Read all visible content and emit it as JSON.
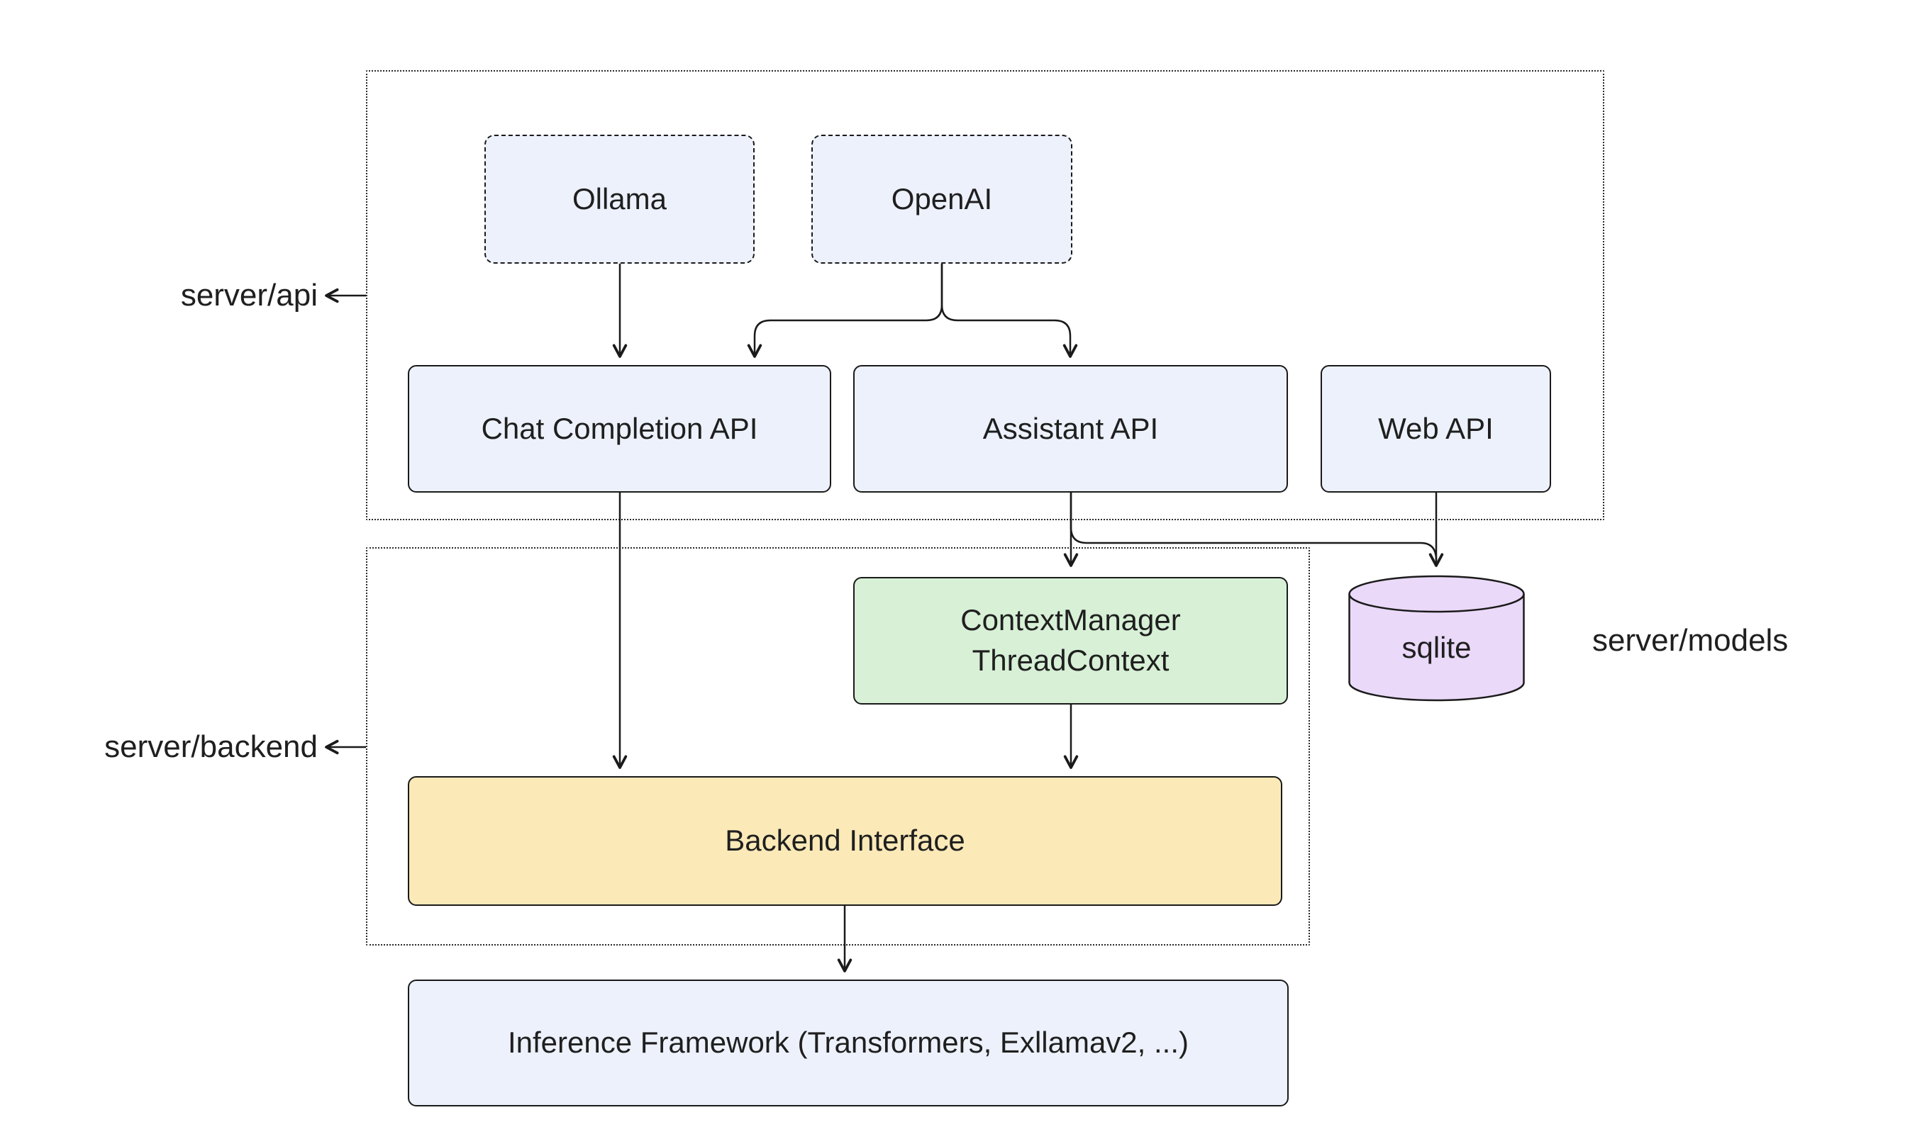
{
  "diagram": {
    "regions": {
      "server_api": {
        "label": "server/api"
      },
      "server_backend": {
        "label": "server/backend"
      },
      "server_models": {
        "label": "server/models"
      }
    },
    "nodes": {
      "ollama": {
        "label": "Ollama"
      },
      "openai": {
        "label": "OpenAI"
      },
      "chat_completion_api": {
        "label": "Chat Completion API"
      },
      "assistant_api": {
        "label": "Assistant API"
      },
      "web_api": {
        "label": "Web API"
      },
      "context_manager": {
        "line1": "ContextManager",
        "line2": "ThreadContext"
      },
      "sqlite": {
        "label": "sqlite"
      },
      "backend_interface": {
        "label": "Backend Interface"
      },
      "inference_framework": {
        "label": "Inference Framework (Transformers, Exllamav2, ...)"
      }
    },
    "colors": {
      "node_blue": "#edf1fb",
      "node_green": "#d7f0d6",
      "node_yellow": "#fbe9b8",
      "node_purple": "#ead9f8",
      "stroke": "#1a1a1a"
    }
  }
}
